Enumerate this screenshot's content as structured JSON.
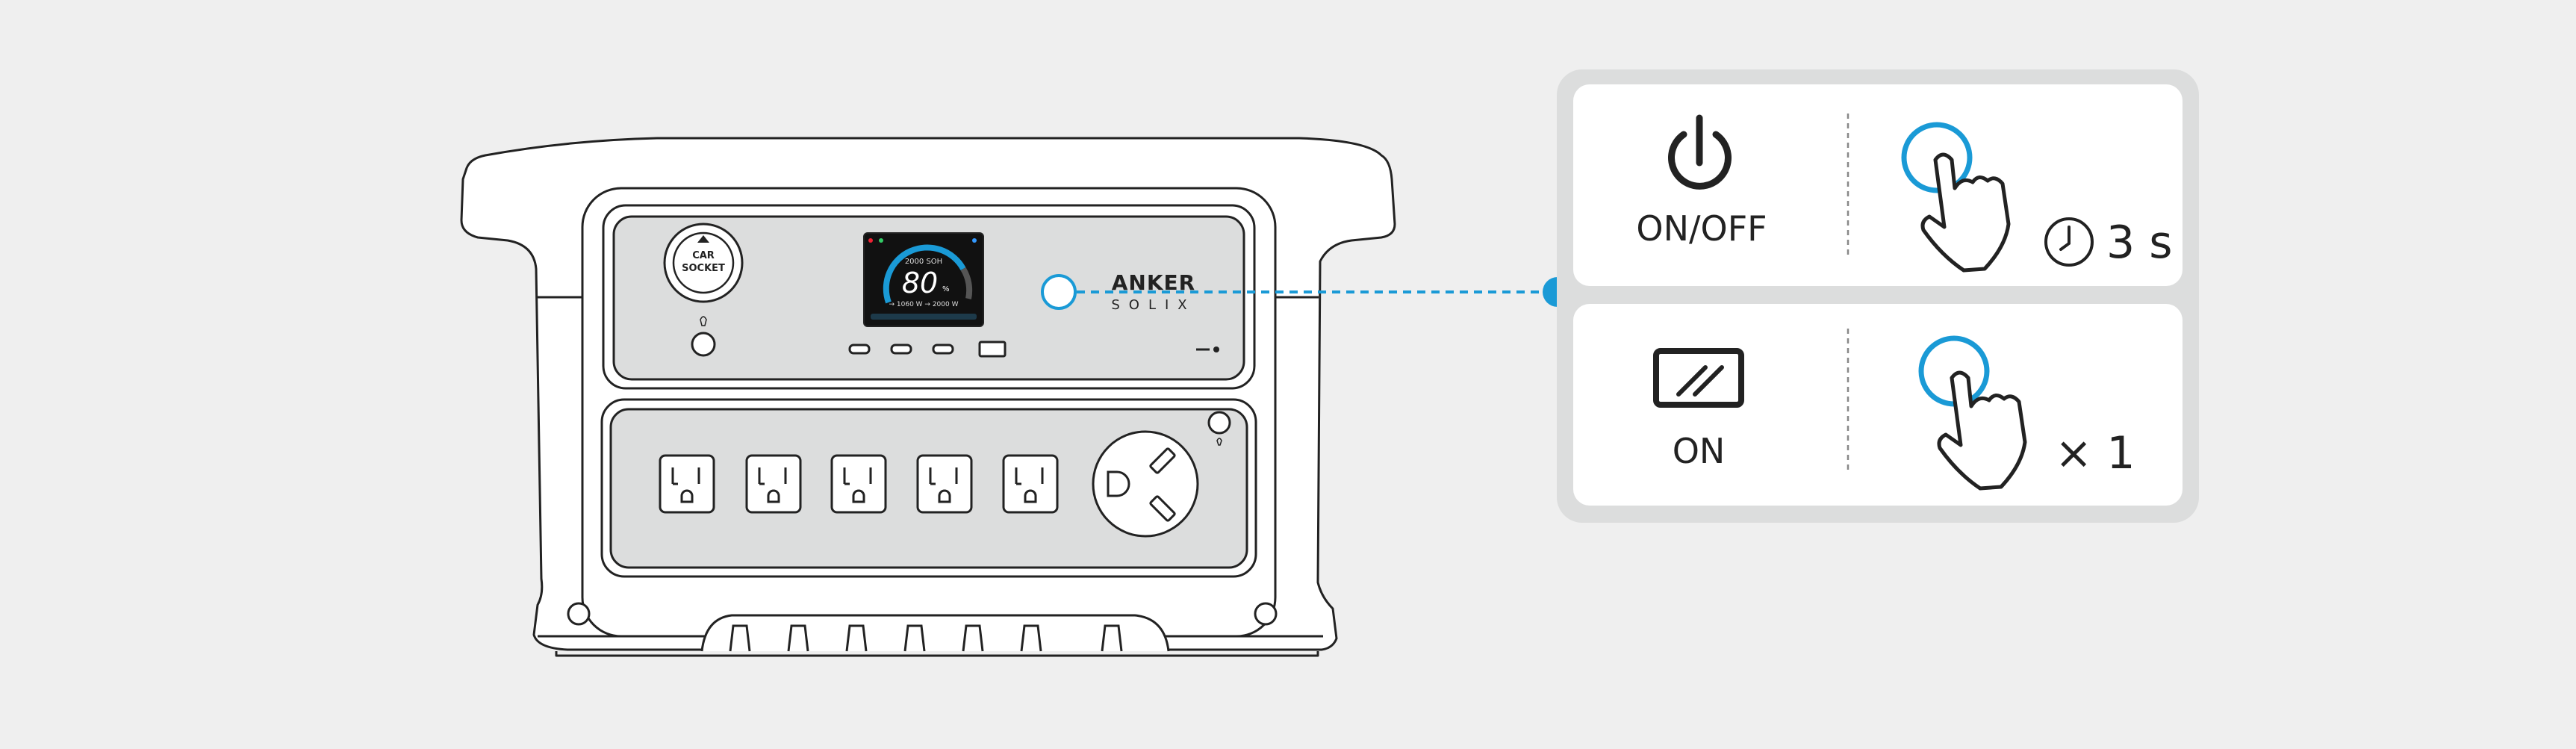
{
  "device": {
    "car_socket_line1": "CAR",
    "car_socket_line2": "SOCKET",
    "brand_line1": "ANKER",
    "brand_line2": "SOLIX",
    "screen": {
      "capacity": "2000 SOH",
      "percent": "80",
      "percent_unit": "%",
      "flow": "→ 1060 W → 2000 W"
    }
  },
  "instructions": {
    "power": {
      "label": "ON/OFF",
      "duration": "3 s",
      "icon": "power-icon"
    },
    "screen": {
      "label": "ON",
      "count": "× 1",
      "icon": "screen-button-icon"
    }
  },
  "colors": {
    "accent": "#1a9ad6",
    "line": "#222222",
    "panel": "#dcdddd",
    "bg": "#efefef"
  }
}
